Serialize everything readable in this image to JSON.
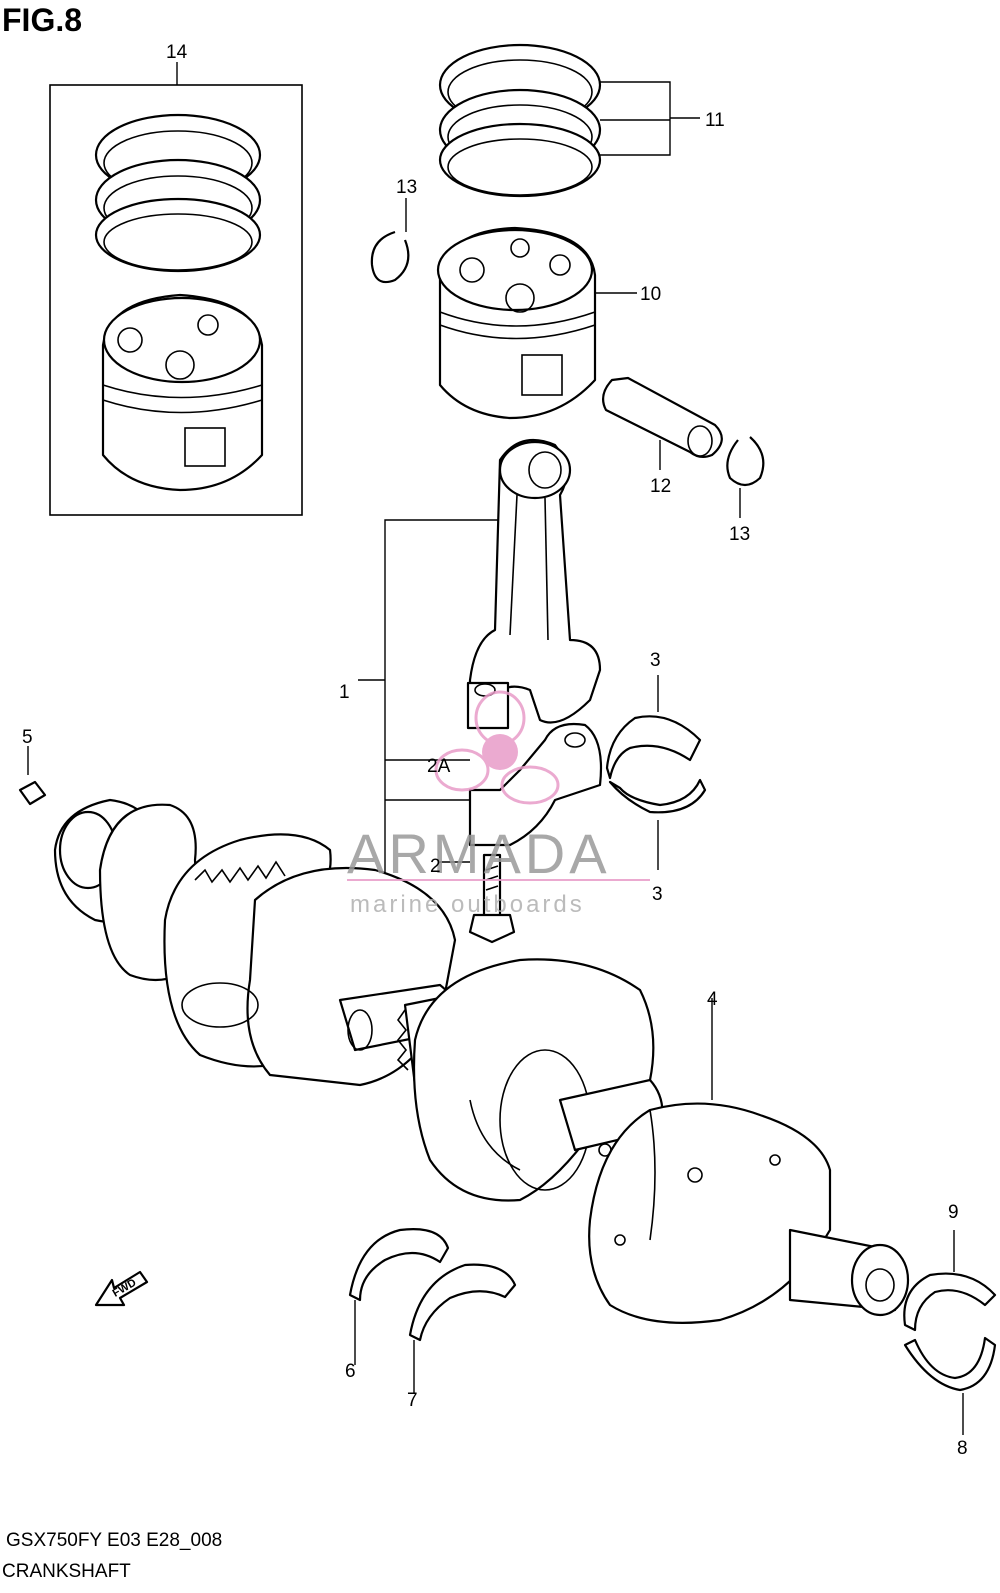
{
  "figure": {
    "title": "FIG.8",
    "model_code": "GSX750FY E03 E28_008",
    "section_name": "CRANKSHAFT"
  },
  "callouts": {
    "c1": "1",
    "c2": "2",
    "c2a": "2A",
    "c3a": "3",
    "c3b": "3",
    "c4": "4",
    "c5": "5",
    "c6": "6",
    "c7": "7",
    "c8": "8",
    "c9": "9",
    "c10": "10",
    "c11": "11",
    "c12": "12",
    "c13a": "13",
    "c13b": "13",
    "c14": "14"
  },
  "fwd_arrow": {
    "label": "FWD",
    "icon": "forward-direction-arrow-icon"
  },
  "watermark": {
    "brand": "ARMADA",
    "tagline": "marine outboards",
    "logo_icon": "propeller-logo-icon",
    "color": "#e89cc8"
  }
}
